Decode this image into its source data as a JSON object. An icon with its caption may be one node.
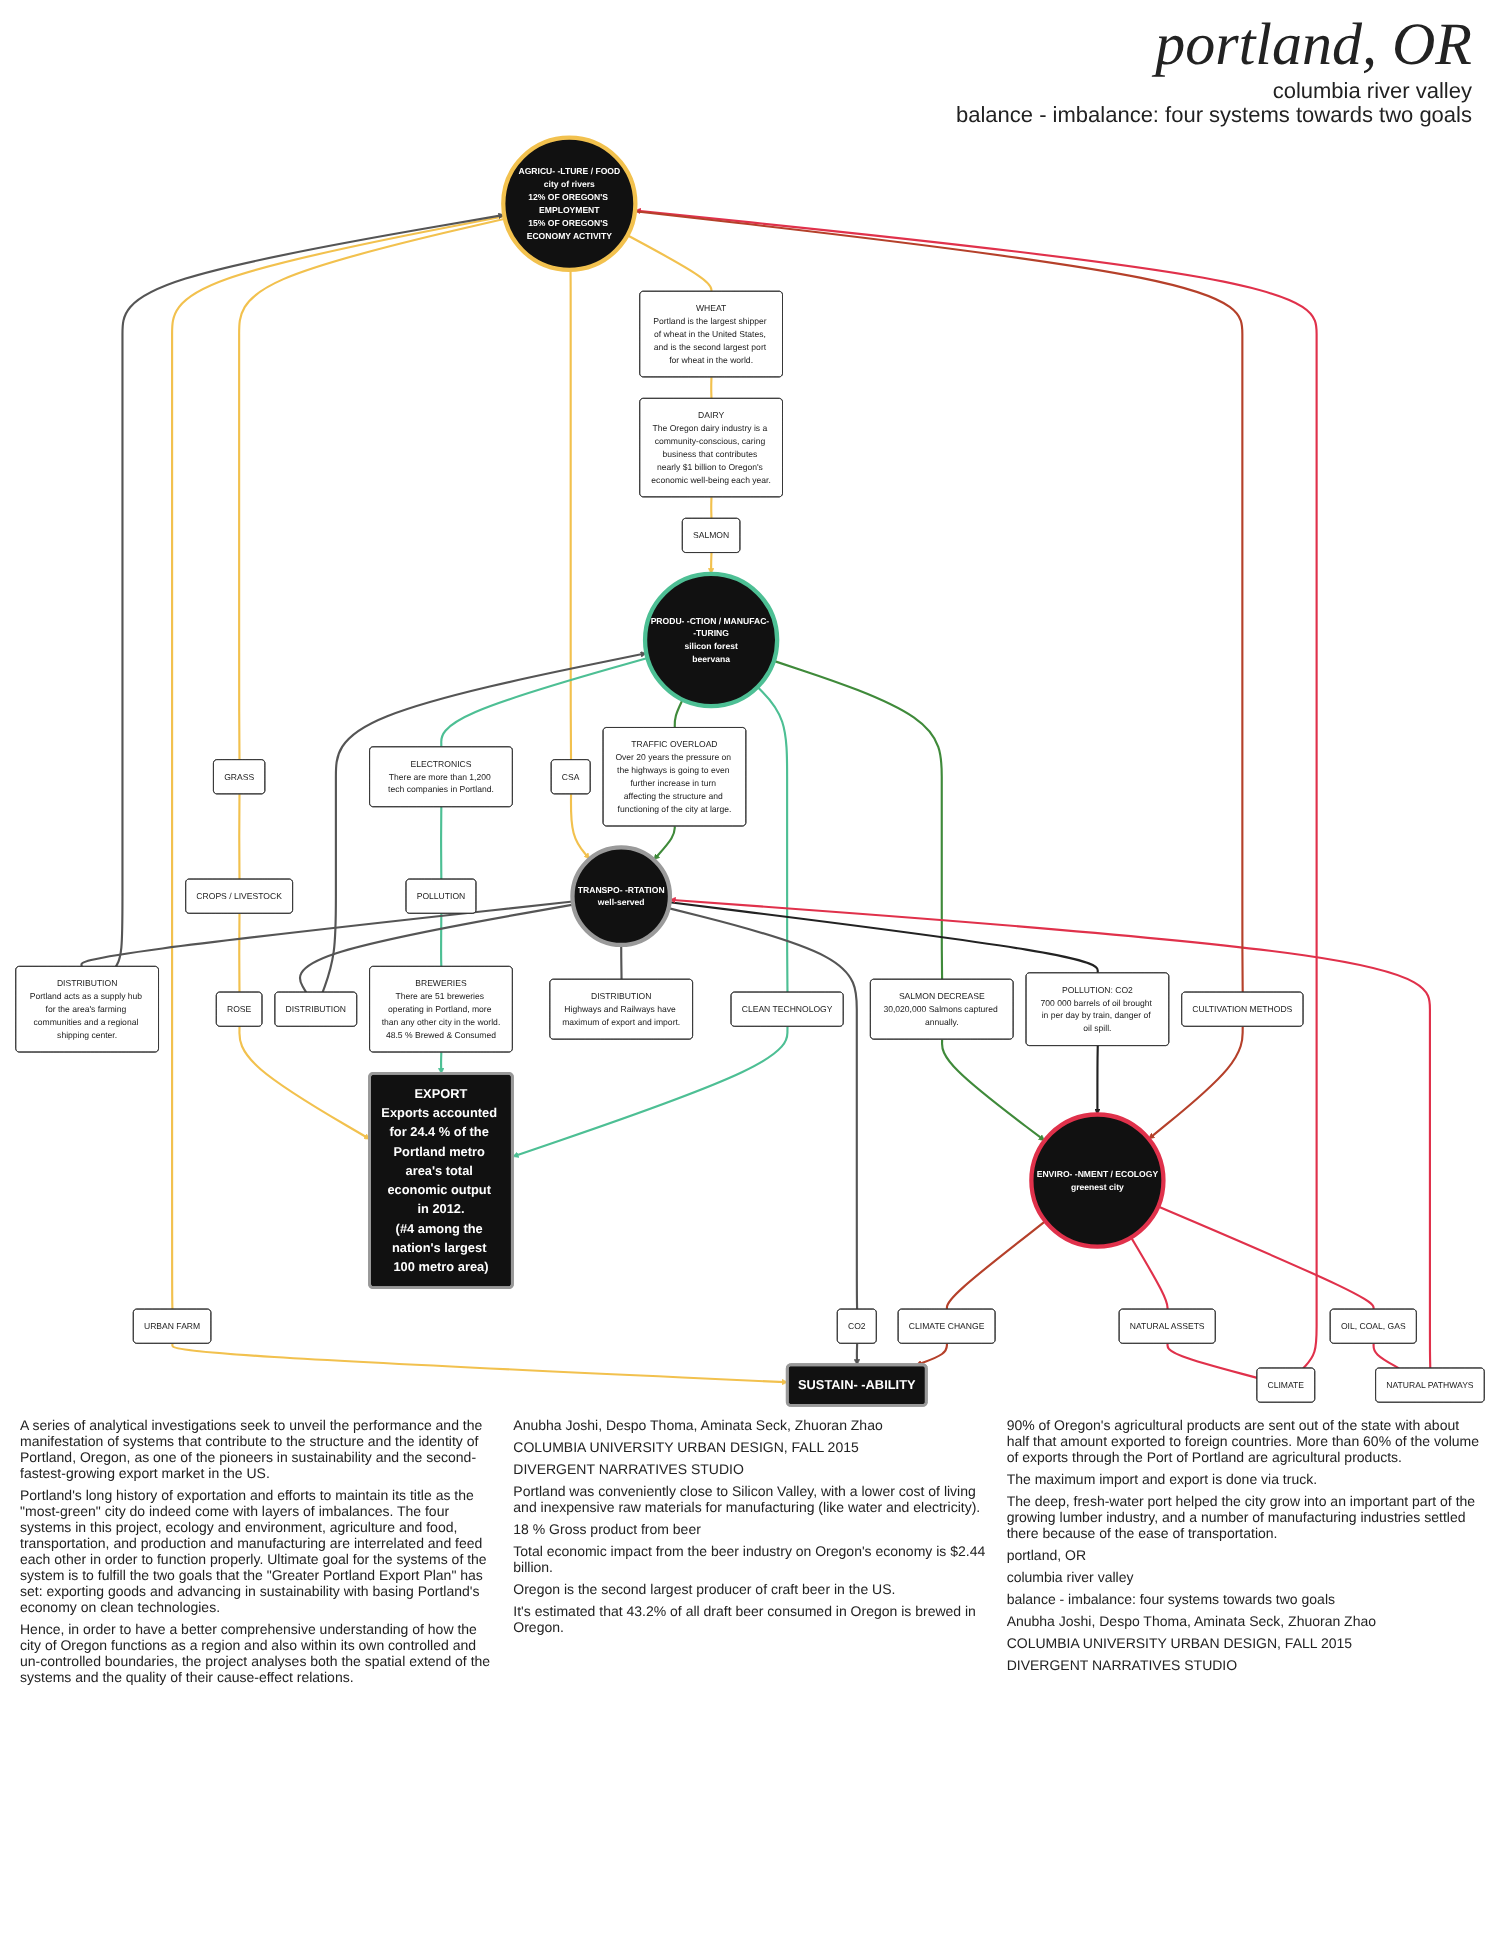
{
  "diagram": {
    "title": "portland, OR",
    "nodes": [
      {
        "text": [
          "AGRICU- -LTURE / FOOD",
          "city of rivers",
          "12% OF OREGON'S EMPLOYMENT",
          "15% OF OREGON'S ECONOMY ACTIVITY"
        ]
      },
      {
        "text": [
          "PRODU- -CTION / MANUFAC- -TURING",
          "silicon forest",
          "beervana"
        ]
      },
      {
        "text": [
          "TRANSPO- -RTATION",
          "well-served"
        ]
      },
      {
        "text": [
          "ENVIRO- -NMENT / ECOLOGY",
          "greenest city"
        ]
      },
      {
        "text": [
          "SUSTAIN- -ABILITY"
        ]
      },
      {
        "text": [
          "EXPORT",
          "Exports accounted for 24.4 % of the Portland metro area's total economic output in 2012.",
          "(#4 among the nation's largest 100 metro area)"
        ]
      },
      {
        "text": [
          "DISTRIBUTION",
          "Portland acts as a supply hub for the area's farming communities and a regional shipping center."
        ]
      },
      {
        "text": [
          "WHEAT",
          "Portland is the largest shipper of wheat in the United States, and is the second largest port for wheat in the world."
        ]
      },
      {
        "text": [
          "DAIRY",
          "The Oregon dairy industry is a community-conscious, caring business that contributes nearly $1 billion to Oregon's economic well-being each year."
        ]
      },
      {
        "text": [
          "SALMON"
        ]
      },
      {
        "text": [
          "ELECTRONICS",
          "There are more than 1,200 tech companies in Portland."
        ]
      },
      {
        "text": [
          "POLLUTION"
        ]
      },
      {
        "text": [
          "BREWERIES",
          "There are 51 breweries operating in Portland, more than any other city in the world.",
          "48.5 % Brewed & Consumed"
        ]
      },
      {
        "text": [
          "CLEAN TECHNOLOGY"
        ]
      },
      {
        "text": [
          "DISTRIBUTION"
        ]
      },
      {
        "text": [
          "NATURAL ASSETS"
        ]
      },
      {
        "text": [
          "CLIMATE"
        ]
      },
      {
        "text": [
          "GRASS"
        ]
      },
      {
        "text": [
          "CROPS / LIVESTOCK"
        ]
      },
      {
        "text": [
          "ROSE"
        ]
      },
      {
        "text": [
          "URBAN FARM"
        ]
      },
      {
        "text": [
          "CLIMATE CHANGE"
        ]
      },
      {
        "text": [
          "CO2"
        ]
      },
      {
        "text": [
          "TRAFFIC OVERLOAD",
          "Over 20 years the pressure on the highways is going to even further increase in turn affecting the structure and functioning of the city at large."
        ]
      },
      {
        "text": [
          "DISTRIBUTION",
          "Highways and Railways have maximum of export and import."
        ]
      },
      {
        "text": [
          "CSA"
        ]
      },
      {
        "text": [
          "OIL, COAL, GAS"
        ]
      },
      {
        "text": [
          "NATURAL PATHWAYS"
        ]
      },
      {
        "text": [
          "CULTIVATION METHODS"
        ]
      },
      {
        "text": [
          "POLLUTION: CO2",
          "700 000 barrels of oil brought in per day by train, danger of oil spill."
        ]
      },
      {
        "text": [
          "SALMON DECREASE",
          "30,020,000 Salmons captured annually."
        ]
      }
    ],
    "edges": [
      {
        "from": 0,
        "to": 7,
        "arrow": "none",
        "color": "#f2c14e"
      },
      {
        "from": 7,
        "to": 8,
        "arrow": "none",
        "color": "#f2c14e"
      },
      {
        "from": 8,
        "to": 9,
        "arrow": "none",
        "color": "#f2c14e"
      },
      {
        "from": 9,
        "to": 1,
        "arrow": "to",
        "color": "#f2c14e"
      },
      {
        "from": 0,
        "to": 17,
        "arrow": "none",
        "color": "#f2c14e"
      },
      {
        "from": 17,
        "to": 18,
        "arrow": "none",
        "color": "#f2c14e"
      },
      {
        "from": 18,
        "to": 19,
        "arrow": "none",
        "color": "#f2c14e"
      },
      {
        "from": 19,
        "to": 5,
        "arrow": "to",
        "color": "#f2c14e"
      },
      {
        "from": 0,
        "to": 20,
        "arrow": "none",
        "color": "#f2c14e"
      },
      {
        "from": 20,
        "to": 4,
        "arrow": "to",
        "color": "#f2c14e"
      },
      {
        "from": 0,
        "to": 25,
        "arrow": "none",
        "color": "#f2c14e"
      },
      {
        "from": 25,
        "to": 2,
        "arrow": "to",
        "color": "#f2c14e"
      },
      {
        "from": 1,
        "to": 10,
        "arrow": "none",
        "color": "#4dbf94"
      },
      {
        "from": 10,
        "to": 11,
        "arrow": "none",
        "color": "#4dbf94"
      },
      {
        "from": 11,
        "to": 12,
        "arrow": "none",
        "color": "#4dbf94"
      },
      {
        "from": 12,
        "to": 5,
        "arrow": "to",
        "color": "#4dbf94"
      },
      {
        "from": 1,
        "to": 13,
        "arrow": "none",
        "color": "#4dbf94"
      },
      {
        "from": 13,
        "to": 5,
        "arrow": "to",
        "color": "#4dbf94"
      },
      {
        "from": 1,
        "to": 23,
        "arrow": "none",
        "color": "#3f8a3a"
      },
      {
        "from": 23,
        "to": 2,
        "arrow": "to",
        "color": "#3f8a3a"
      },
      {
        "from": 1,
        "to": 30,
        "arrow": "none",
        "color": "#3f8a3a"
      },
      {
        "from": 30,
        "to": 3,
        "arrow": "to",
        "color": "#3f8a3a"
      },
      {
        "from": 2,
        "to": 6,
        "arrow": "none",
        "color": "#555555"
      },
      {
        "from": 6,
        "to": 0,
        "arrow": "to",
        "color": "#555555"
      },
      {
        "from": 2,
        "to": 14,
        "arrow": "none",
        "color": "#555555"
      },
      {
        "from": 14,
        "to": 1,
        "arrow": "to",
        "color": "#555555"
      },
      {
        "from": 2,
        "to": 24,
        "arrow": "none",
        "color": "#555555"
      },
      {
        "from": 2,
        "to": 22,
        "arrow": "none",
        "color": "#555555"
      },
      {
        "from": 22,
        "to": 4,
        "arrow": "to",
        "color": "#555555"
      },
      {
        "from": 2,
        "to": 29,
        "arrow": "none",
        "color": "#222222"
      },
      {
        "from": 29,
        "to": 3,
        "arrow": "to",
        "color": "#222222"
      },
      {
        "from": 3,
        "to": 15,
        "arrow": "none",
        "color": "#e0314b"
      },
      {
        "from": 15,
        "to": 16,
        "arrow": "none",
        "color": "#e0314b"
      },
      {
        "from": 16,
        "to": 0,
        "arrow": "to",
        "color": "#e0314b"
      },
      {
        "from": 3,
        "to": 21,
        "arrow": "none",
        "color": "#b5402a"
      },
      {
        "from": 21,
        "to": 4,
        "arrow": "to",
        "color": "#b5402a"
      },
      {
        "from": 3,
        "to": 26,
        "arrow": "none",
        "color": "#e0314b"
      },
      {
        "from": 26,
        "to": 27,
        "arrow": "none",
        "color": "#e0314b"
      },
      {
        "from": 27,
        "to": 2,
        "arrow": "to",
        "color": "#e0314b"
      },
      {
        "from": 0,
        "to": 28,
        "arrow": "none",
        "color": "#b5402a"
      },
      {
        "from": 28,
        "to": 3,
        "arrow": "to",
        "color": "#b5402a"
      }
    ],
    "labels": [
      "columbia river valley",
      "balance - imbalance: four systems towards two goals",
      "A series of analytical investigations seek to unveil the performance and the manifestation of systems that contribute to the structure and the identity of Portland, Oregon, as one of the pioneers in sustainability and the second-fastest-growing export market in the US.",
      "Portland's long history of exportation and efforts to maintain its title as the \"most-green\" city do indeed come with layers of imbalances. The four systems in this project, ecology and environment, agriculture and food, transportation, and production and manufacturing are interrelated and feed each other in order to function properly. Ultimate goal for the systems of the system is to fulfill the two goals that the \"Greater Portland Export Plan\" has set: exporting goods and advancing in sustainability with basing Portland's economy on clean technologies.",
      "Hence, in order to have a better comprehensive understanding of how the city of Oregon functions as a region and also within its own controlled and un-controlled boundaries, the project analyses both the spatial extend of the systems and the quality of their cause-effect relations.",
      "Anubha Joshi, Despo Thoma, Aminata Seck, Zhuoran Zhao",
      "COLUMBIA UNIVERSITY URBAN DESIGN, FALL 2015",
      "DIVERGENT NARRATIVES STUDIO",
      "Portland was conveniently close to Silicon Valley, with a lower cost of living and inexpensive raw materials for manufacturing (like water and electricity).",
      "18 % Gross product from beer",
      "Total economic impact from the beer industry on Oregon's economy is $2.44 billion.",
      "Oregon is the second largest producer of craft beer in the US.",
      "It's estimated that 43.2% of all draft beer consumed in Oregon is brewed in Oregon.",
      "90% of Oregon's agricultural products are sent out of the state with about half that amount exported to foreign countries. More than 60% of the volume of exports through the Port of Portland are agricultural products.",
      "The maximum import and export is done via truck.",
      "The deep, fresh-water port helped the city grow into an important part of the growing lumber industry, and a number of manufacturing industries settled there because of the ease of transportation.",
      "portland, OR",
      "columbia river valley",
      "balance - imbalance: four systems towards two goals",
      "Anubha Joshi, Despo Thoma, Aminata Seck, Zhuoran Zhao",
      "COLUMBIA UNIVERSITY URBAN DESIGN, FALL 2015",
      "DIVERGENT NARRATIVES STUDIO"
    ]
  }
}
